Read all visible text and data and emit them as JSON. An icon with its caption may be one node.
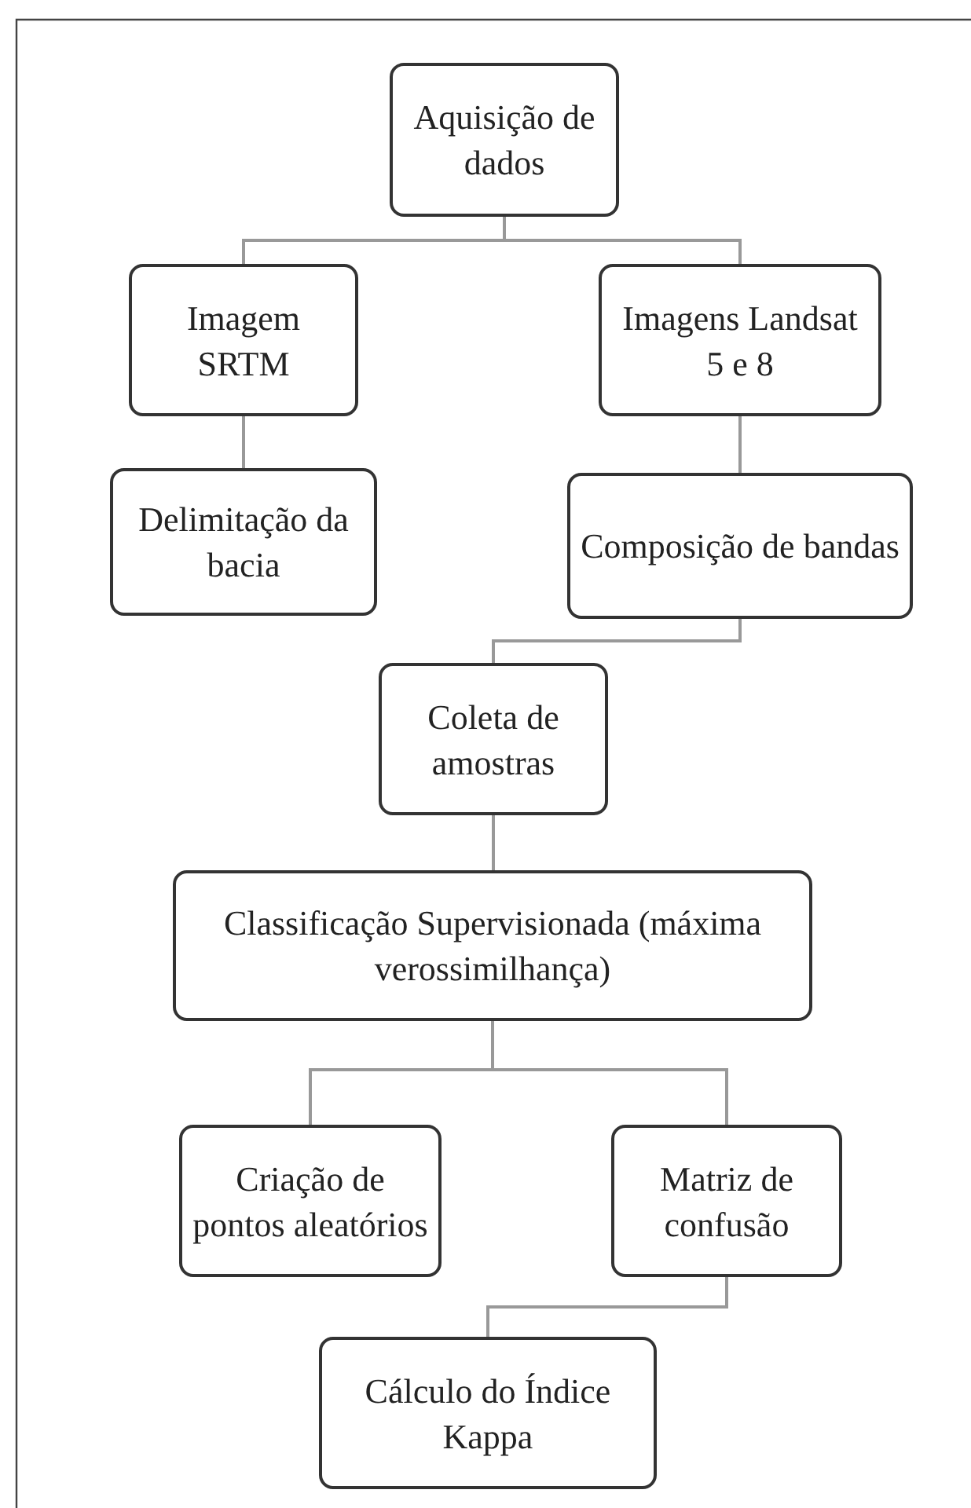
{
  "diagram": {
    "nodes": [
      {
        "text": [
          "Aquisição de dados"
        ]
      },
      {
        "text": [
          "Imagem SRTM"
        ]
      },
      {
        "text": [
          "Imagens Landsat 5 e 8"
        ]
      },
      {
        "text": [
          "Delimitação da bacia"
        ]
      },
      {
        "text": [
          "Composição de bandas"
        ]
      },
      {
        "text": [
          "Coleta de amostras"
        ]
      },
      {
        "text": [
          "Classificação Supervisionada (máxima verossimilhança)"
        ]
      },
      {
        "text": [
          "Criação de pontos aleatórios"
        ]
      },
      {
        "text": [
          "Matriz de confusão"
        ]
      },
      {
        "text": [
          "Cálculo do Índice Kappa"
        ]
      }
    ],
    "edges": [
      {
        "from": 0,
        "to": 1,
        "arrow": "none"
      },
      {
        "from": 0,
        "to": 2,
        "arrow": "none"
      },
      {
        "from": 1,
        "to": 3,
        "arrow": "none"
      },
      {
        "from": 2,
        "to": 4,
        "arrow": "none"
      },
      {
        "from": 4,
        "to": 5,
        "arrow": "none"
      },
      {
        "from": 5,
        "to": 6,
        "arrow": "none"
      },
      {
        "from": 6,
        "to": 7,
        "arrow": "none"
      },
      {
        "from": 6,
        "to": 8,
        "arrow": "none"
      },
      {
        "from": 8,
        "to": 9,
        "arrow": "none"
      }
    ]
  }
}
